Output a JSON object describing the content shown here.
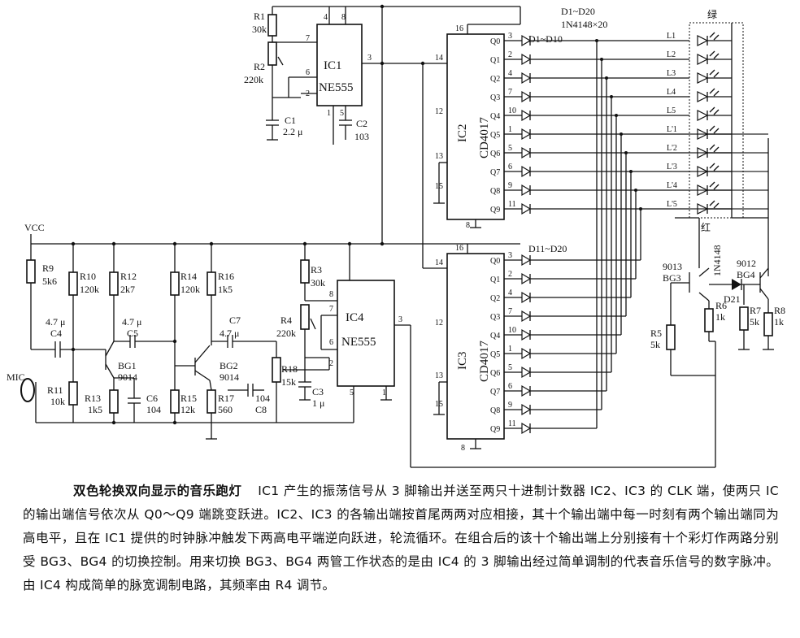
{
  "labels": {
    "r1": "R1",
    "r1v": "30k",
    "r2": "R2",
    "r2v": "220k",
    "c1": "C1",
    "c1v": "2.2 μ",
    "c2": "C2",
    "c2v": "103",
    "ic1": "IC1",
    "ic1t": "NE555",
    "ic2": "IC2",
    "ic2t": "CD4017",
    "ic3": "IC3",
    "ic3t": "CD4017",
    "ic4": "IC4",
    "ic4t": "NE555",
    "vcc": "VCC",
    "mic": "MIC",
    "r9": "R9",
    "r9v": "5k6",
    "r10": "R10",
    "r10v": "120k",
    "r12": "R12",
    "r12v": "2k7",
    "r14": "R14",
    "r14v": "120k",
    "r16": "R16",
    "r16v": "1k5",
    "r3": "R3",
    "r3v": "30k",
    "r4": "R4",
    "r4v": "220k",
    "c4v": "4.7 μ",
    "c4": "C4",
    "c5v": "4.7 μ",
    "c5": "C5",
    "c7": "C7",
    "c7v": "4.7 μ",
    "bg1": "BG1",
    "bg1v": "9014",
    "bg2": "BG2",
    "bg2v": "9014",
    "r11": "R11",
    "r11v": "10k",
    "r13": "R13",
    "r13v": "1k5",
    "c6": "C6",
    "c6v": "104",
    "r15": "R15",
    "r15v": "12k",
    "r17": "R17",
    "r17v": "560",
    "c8": "C8",
    "c8v": "104",
    "r18": "R18",
    "r18v": "15k",
    "c3": "C3",
    "c3v": "1 μ",
    "d_top1": "D1~D20",
    "d_top2": "1N4148×20",
    "d1_10": "D1~D10",
    "d11_20": "D11~D20",
    "green": "绿",
    "red": "红",
    "bg3": "BG3",
    "bg3v": "9013",
    "bg4": "BG4",
    "bg4v": "9012",
    "d21": "D21",
    "d21v": "1N4148",
    "r5": "R5",
    "r5v": "5k",
    "r6": "R6",
    "r6v": "1k",
    "r7": "R7",
    "r7v": "5k",
    "r8": "R8",
    "r8v": "1k"
  },
  "outputs": [
    "Q0",
    "Q1",
    "Q2",
    "Q3",
    "Q4",
    "Q5",
    "Q6",
    "Q7",
    "Q8",
    "Q9"
  ],
  "output_pins": [
    "3",
    "2",
    "4",
    "7",
    "10",
    "1",
    "5",
    "6",
    "9",
    "11"
  ],
  "lamps": [
    "L1",
    "L2",
    "L3",
    "L4",
    "L5",
    "L'1",
    "L'2",
    "L'3",
    "L'4",
    "L'5"
  ],
  "caption": {
    "title": "双色轮换双向显示的音乐跑灯",
    "body": "IC1 产生的振荡信号从 3 脚输出并送至两只十进制计数器 IC2、IC3 的 CLK 端，使两只 IC 的输出端信号依次从 Q0～Q9 端跳变跃进。IC2、IC3 的各输出端按首尾两两对应相接，其十个输出端中每一时刻有两个输出端同为高电平，且在 IC1 提供的时钟脉冲触发下两高电平端逆向跃进，轮流循环。在组合后的该十个输出端上分别接有十个彩灯作两路分别受 BG3、BG4 的切换控制。用来切换 BG3、BG4 两管工作状态的是由 IC4 的 3 脚输出经过简单调制的代表音乐信号的数字脉冲。由 IC4 构成简单的脉宽调制电路，其频率由 R4 调节。"
  }
}
